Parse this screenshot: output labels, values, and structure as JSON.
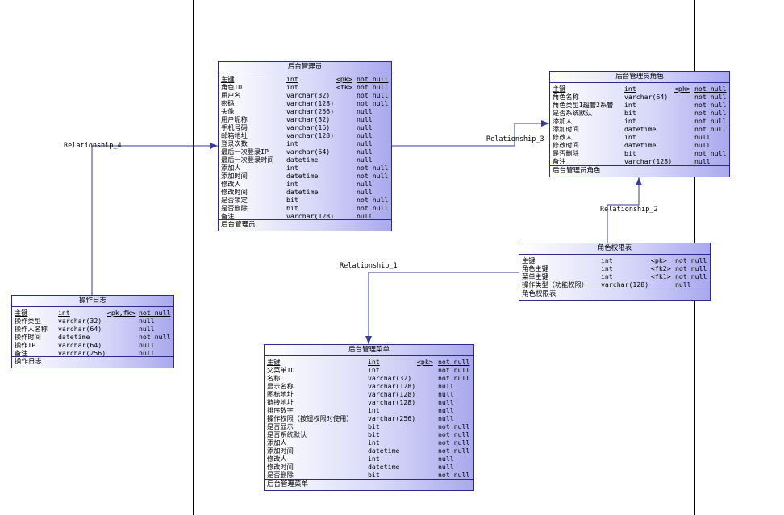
{
  "diagram": {
    "relationships": [
      {
        "id": "rel4",
        "label": "Relationship_4"
      },
      {
        "id": "rel3",
        "label": "Relationship_3"
      },
      {
        "id": "rel2",
        "label": "Relationship_2"
      },
      {
        "id": "rel1",
        "label": "Relationship_1"
      }
    ],
    "entities": {
      "admin": {
        "title": "后台管理员",
        "footer": "后台管理员",
        "rows": [
          {
            "name": "主键",
            "type": "int",
            "key": "<pk>",
            "null": "not null"
          },
          {
            "name": "角色ID",
            "type": "int",
            "key": "<fk>",
            "null": "not null"
          },
          {
            "name": "用户名",
            "type": "varchar(32)",
            "key": "",
            "null": "not null"
          },
          {
            "name": "密码",
            "type": "varchar(128)",
            "key": "",
            "null": "not null"
          },
          {
            "name": "头像",
            "type": "varchar(256)",
            "key": "",
            "null": "null"
          },
          {
            "name": "用户昵称",
            "type": "varchar(32)",
            "key": "",
            "null": "null"
          },
          {
            "name": "手机号码",
            "type": "varchar(16)",
            "key": "",
            "null": "null"
          },
          {
            "name": "邮箱地址",
            "type": "varchar(128)",
            "key": "",
            "null": "null"
          },
          {
            "name": "登录次数",
            "type": "int",
            "key": "",
            "null": "null"
          },
          {
            "name": "最后一次登录IP",
            "type": "varchar(64)",
            "key": "",
            "null": "null"
          },
          {
            "name": "最后一次登录时间",
            "type": "datetime",
            "key": "",
            "null": "null"
          },
          {
            "name": "添加人",
            "type": "int",
            "key": "",
            "null": "not null"
          },
          {
            "name": "添加时间",
            "type": "datetime",
            "key": "",
            "null": "not null"
          },
          {
            "name": "修改人",
            "type": "int",
            "key": "",
            "null": "null"
          },
          {
            "name": "修改时间",
            "type": "datetime",
            "key": "",
            "null": "null"
          },
          {
            "name": "是否锁定",
            "type": "bit",
            "key": "",
            "null": "not null"
          },
          {
            "name": "是否删除",
            "type": "bit",
            "key": "",
            "null": "not null"
          },
          {
            "name": "备注",
            "type": "varchar(128)",
            "key": "",
            "null": "null"
          }
        ]
      },
      "role": {
        "title": "后台管理员角色",
        "footer": "后台管理员角色",
        "rows": [
          {
            "name": "主键",
            "type": "int",
            "key": "<pk>",
            "null": "not null"
          },
          {
            "name": "角色名称",
            "type": "varchar(64)",
            "key": "",
            "null": "not null"
          },
          {
            "name": "角色类型1超管2系管",
            "type": "int",
            "key": "",
            "null": "not null"
          },
          {
            "name": "是否系统默认",
            "type": "bit",
            "key": "",
            "null": "not null"
          },
          {
            "name": "添加人",
            "type": "int",
            "key": "",
            "null": "not null"
          },
          {
            "name": "添加时间",
            "type": "datetime",
            "key": "",
            "null": "not null"
          },
          {
            "name": "修改人",
            "type": "int",
            "key": "",
            "null": "null"
          },
          {
            "name": "修改时间",
            "type": "datetime",
            "key": "",
            "null": "null"
          },
          {
            "name": "是否删除",
            "type": "bit",
            "key": "",
            "null": "not null"
          },
          {
            "name": "备注",
            "type": "varchar(128)",
            "key": "",
            "null": "null"
          }
        ]
      },
      "perm": {
        "title": "角色权限表",
        "footer": "角色权限表",
        "rows": [
          {
            "name": "主键",
            "type": "int",
            "key": "<pk>",
            "null": "not null"
          },
          {
            "name": "角色主键",
            "type": "int",
            "key": "<fk2>",
            "null": "not null"
          },
          {
            "name": "菜单主键",
            "type": "int",
            "key": "<fk1>",
            "null": "not null"
          },
          {
            "name": "操作类型（功能权限）",
            "type": "varchar(128)",
            "key": "",
            "null": "null"
          }
        ]
      },
      "log": {
        "title": "操作日志",
        "footer": "操作日志",
        "rows": [
          {
            "name": "主键",
            "type": "int",
            "key": "<pk,fk>",
            "null": "not null"
          },
          {
            "name": "操作类型",
            "type": "varchar(32)",
            "key": "",
            "null": "null"
          },
          {
            "name": "操作人名称",
            "type": "varchar(64)",
            "key": "",
            "null": "null"
          },
          {
            "name": "操作时间",
            "type": "datetime",
            "key": "",
            "null": "not null"
          },
          {
            "name": "操作IP",
            "type": "varchar(64)",
            "key": "",
            "null": "null"
          },
          {
            "name": "备注",
            "type": "varchar(256)",
            "key": "",
            "null": "null"
          }
        ]
      },
      "menu": {
        "title": "后台管理菜单",
        "footer": "后台管理菜单",
        "rows": [
          {
            "name": "主键",
            "type": "int",
            "key": "<pk>",
            "null": "not null"
          },
          {
            "name": "父菜单ID",
            "type": "int",
            "key": "",
            "null": "not null"
          },
          {
            "name": "名称",
            "type": "varchar(32)",
            "key": "",
            "null": "not null"
          },
          {
            "name": "显示名称",
            "type": "varchar(128)",
            "key": "",
            "null": "null"
          },
          {
            "name": "图标地址",
            "type": "varchar(128)",
            "key": "",
            "null": "null"
          },
          {
            "name": "链接地址",
            "type": "varchar(128)",
            "key": "",
            "null": "null"
          },
          {
            "name": "排序数字",
            "type": "int",
            "key": "",
            "null": "null"
          },
          {
            "name": "操作权限（按钮权限时使用）",
            "type": "varchar(256)",
            "key": "",
            "null": "null"
          },
          {
            "name": "是否显示",
            "type": "bit",
            "key": "",
            "null": "not null"
          },
          {
            "name": "是否系统默认",
            "type": "bit",
            "key": "",
            "null": "not null"
          },
          {
            "name": "添加人",
            "type": "int",
            "key": "",
            "null": "not null"
          },
          {
            "name": "添加时间",
            "type": "datetime",
            "key": "",
            "null": "not null"
          },
          {
            "name": "修改人",
            "type": "int",
            "key": "",
            "null": "null"
          },
          {
            "name": "修改时间",
            "type": "datetime",
            "key": "",
            "null": "null"
          },
          {
            "name": "是否删除",
            "type": "bit",
            "key": "",
            "null": "not null"
          }
        ]
      }
    }
  },
  "colors": {
    "line": "#3a3a9a",
    "border": "#2a2a8a",
    "fill_end": "#a8a8ee"
  }
}
